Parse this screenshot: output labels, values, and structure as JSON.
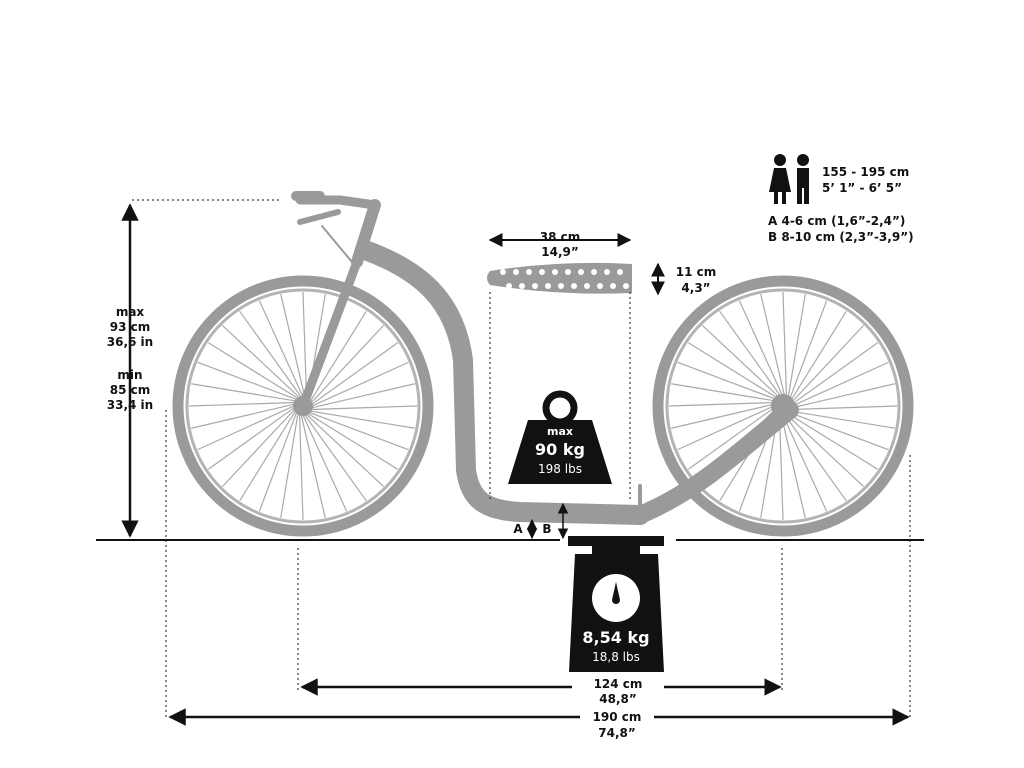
{
  "height": {
    "max_label": "max",
    "max_cm": "93 cm",
    "max_in": "36,6 in",
    "min_label": "min",
    "min_cm": "85 cm",
    "min_in": "33,4 in"
  },
  "deck": {
    "length_cm": "38 cm",
    "length_in": "14,9”",
    "width_cm": "11 cm",
    "width_in": "4,3”"
  },
  "rider": {
    "height_range_cm": "155 - 195 cm",
    "height_range_ft": "5’ 1” - 6’ 5”",
    "clearance_a": "A 4-6 cm (1,6”-2,4”)",
    "clearance_b": "B 8-10 cm (2,3”-3,9”)"
  },
  "max_load": {
    "label": "max",
    "kg": "90 kg",
    "lbs": "198 lbs"
  },
  "bike_weight": {
    "kg": "8,54 kg",
    "lbs": "18,8 lbs"
  },
  "ground_clearance": {
    "a": "A",
    "b": "B"
  },
  "wheelbase": {
    "cm": "124 cm",
    "in": "48,8”"
  },
  "total_length": {
    "cm": "190 cm",
    "in": "74,8”"
  },
  "colors": {
    "frame": "#9a9a9a",
    "ink": "#111111",
    "background": "#ffffff"
  }
}
